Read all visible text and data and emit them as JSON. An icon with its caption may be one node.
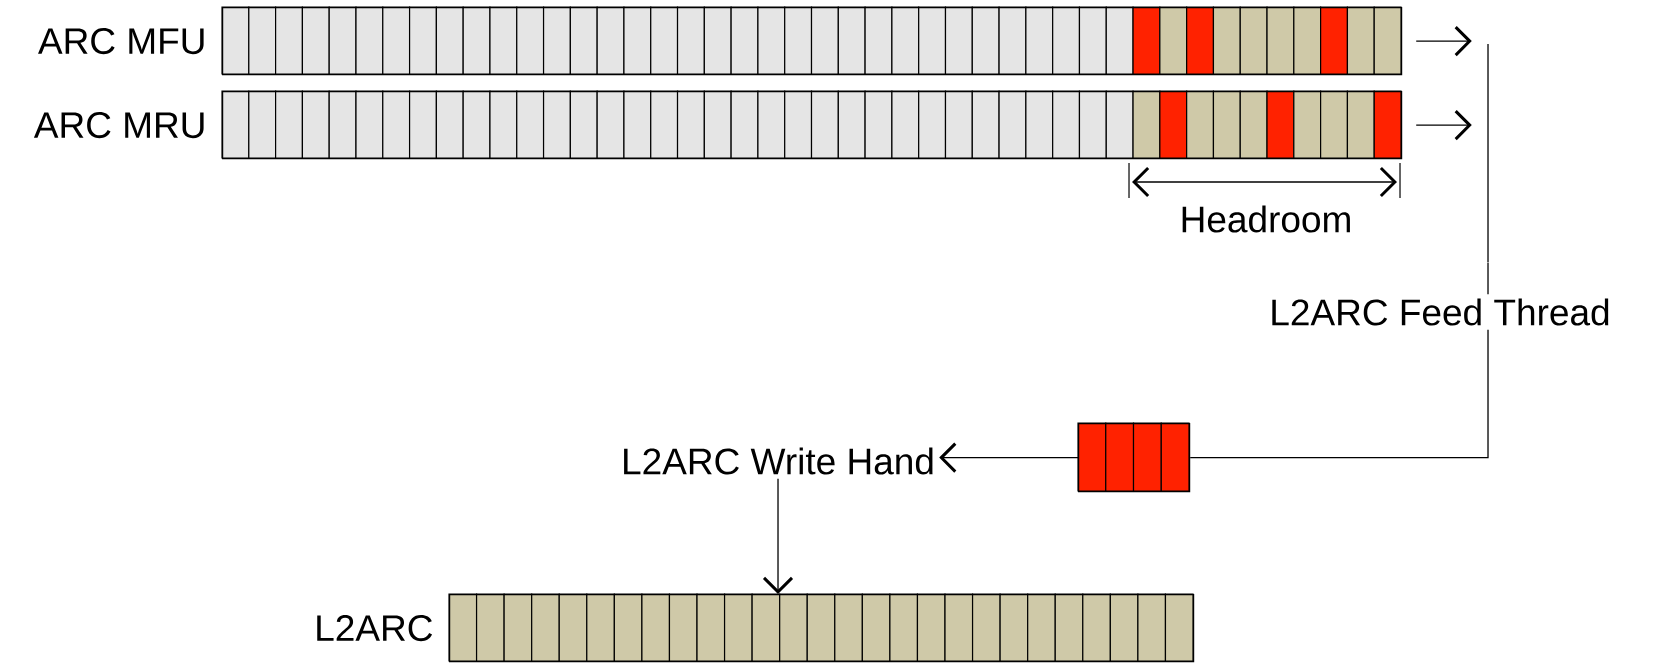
{
  "diagram": {
    "nodes": [
      {
        "text": [
          "ARC MFU"
        ]
      },
      {
        "text": [
          "ARC MRU"
        ]
      },
      {
        "text": [],
        "shape": "line"
      },
      {
        "text": [
          "L2ARC Feed Thread"
        ]
      },
      {
        "text": [],
        "shape": "bar"
      },
      {
        "text": [
          "L2ARC Write Hand"
        ]
      },
      {
        "text": [
          "L2ARC"
        ]
      }
    ],
    "edges": [
      {
        "from": 0,
        "to": 2,
        "arrow": "to"
      },
      {
        "from": 1,
        "to": 2,
        "arrow": "to"
      },
      {
        "from": 2,
        "to": 3,
        "arrow": "none"
      },
      {
        "from": 3,
        "to": 4,
        "arrow": "none"
      },
      {
        "from": 4,
        "to": 5,
        "arrow": "to"
      },
      {
        "from": 5,
        "to": 6,
        "arrow": "to"
      }
    ],
    "labels": [
      "Headroom"
    ]
  }
}
